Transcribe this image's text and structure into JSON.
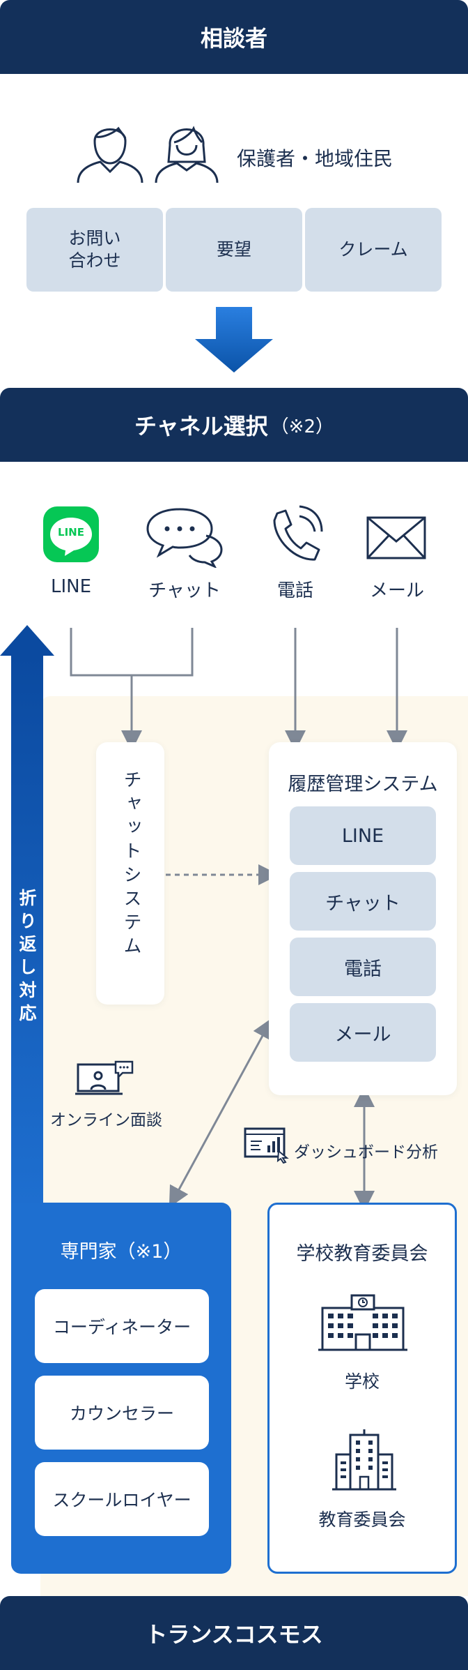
{
  "consultant": {
    "header": "相談者",
    "people_label": "保護者・地域住民",
    "requests": [
      "お問い\n合わせ",
      "要望",
      "クレーム"
    ]
  },
  "channels": {
    "header": "チャネル選択",
    "header_note": "（※2）",
    "items": [
      {
        "label": "LINE",
        "icon": "line-icon"
      },
      {
        "label": "チャット",
        "icon": "chat-bubbles-icon"
      },
      {
        "label": "電話",
        "icon": "phone-icon"
      },
      {
        "label": "メール",
        "icon": "mail-icon"
      }
    ],
    "line_logo_text": "LINE"
  },
  "return_label": "折り返し対応",
  "chat_system": "チャットシステム",
  "history_system": {
    "title": "履歴管理システム",
    "items": [
      "LINE",
      "チャット",
      "電話",
      "メール"
    ]
  },
  "online_label": "オンライン面談",
  "dashboard_label": "ダッシュボード分析",
  "experts": {
    "title": "専門家（※1）",
    "items": [
      "コーディネーター",
      "カウンセラー",
      "スクールロイヤー"
    ]
  },
  "school_board": {
    "title": "学校教育委員会",
    "school": "学校",
    "board": "教育委員会"
  },
  "footer": "トランスコスモス",
  "colors": {
    "navy": "#13305a",
    "light_blue_box": "#d3deea",
    "accent_blue": "#1e6fd0",
    "cream": "#fdf8ec",
    "line_green": "#06c755",
    "connector_gray": "#7f8896"
  }
}
